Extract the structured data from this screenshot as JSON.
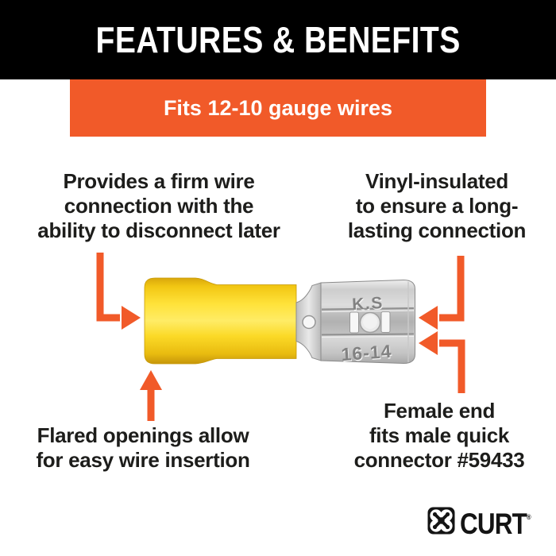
{
  "colors": {
    "accent_orange": "#F15A29",
    "banner_black": "#000000",
    "text_dark": "#1D1D1B",
    "insulation_yellow": "#FFDF3A",
    "metal_gray": "#C9C9C9"
  },
  "header": {
    "title": "FEATURES & BENEFITS"
  },
  "subheader": {
    "label": "Fits 12-10 gauge wires"
  },
  "callouts": {
    "firm_connection": {
      "lines": [
        "Provides a firm wire",
        "connection with the",
        "ability to disconnect later"
      ]
    },
    "vinyl_insulated": {
      "lines": [
        "Vinyl-insulated",
        "to ensure a long-",
        "lasting connection"
      ]
    },
    "flared_openings": {
      "lines": [
        "Flared openings allow",
        "for easy wire insertion"
      ]
    },
    "female_end": {
      "lines": [
        "Female end",
        "fits male quick",
        "connector #59433"
      ]
    }
  },
  "product": {
    "stamp_top": "K.S",
    "stamp_bottom": "16-14"
  },
  "logo": {
    "brand": "CURT",
    "trademark": "®"
  }
}
